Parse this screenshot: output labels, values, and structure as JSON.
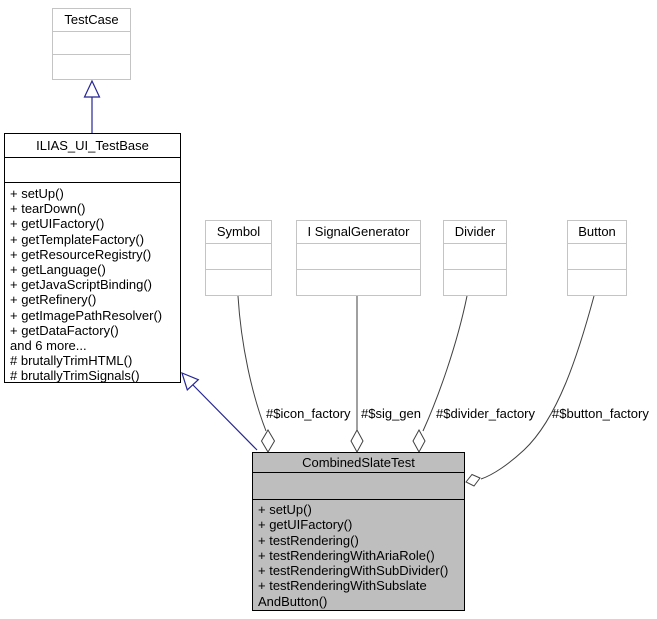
{
  "diagram": {
    "title": "CombinedSlateTest collaboration diagram",
    "colors": {
      "background": "#ffffff",
      "inheritance_edge": "#252595",
      "association_edge": "#404040",
      "plain_node_border": "#c4c4c4",
      "linked_node_border": "#000000",
      "current_node_fill": "#bebebe",
      "node_fill": "#ffffff",
      "text": "#000000"
    }
  },
  "classes": {
    "testcase": {
      "name": "TestCase"
    },
    "testbase": {
      "name": "ILIAS_UI_TestBase",
      "methods": [
        "+ setUp()",
        "+ tearDown()",
        "+ getUIFactory()",
        "+ getTemplateFactory()",
        "+ getResourceRegistry()",
        "+ getLanguage()",
        "+ getJavaScriptBinding()",
        "+ getRefinery()",
        "+ getImagePathResolver()",
        "+ getDataFactory()",
        "and 6 more...",
        "# brutallyTrimHTML()",
        "# brutallyTrimSignals()"
      ]
    },
    "symbol": {
      "name": "Symbol"
    },
    "signal_generator": {
      "name": "I SignalGenerator"
    },
    "divider": {
      "name": "Divider"
    },
    "button": {
      "name": "Button"
    },
    "combined_slate_test": {
      "name": "CombinedSlateTest",
      "methods": [
        "+ setUp()",
        "+ getUIFactory()",
        "+ testRendering()",
        "+ testRenderingWithAriaRole()",
        "+ testRenderingWithSubDivider()",
        "+ testRenderingWithSubslate",
        "AndButton()"
      ]
    }
  },
  "edge_labels": {
    "icon_factory": "#$icon_factory",
    "sig_gen": "#$sig_gen",
    "divider_factory": "#$divider_factory",
    "button_factory": "#$button_factory"
  }
}
